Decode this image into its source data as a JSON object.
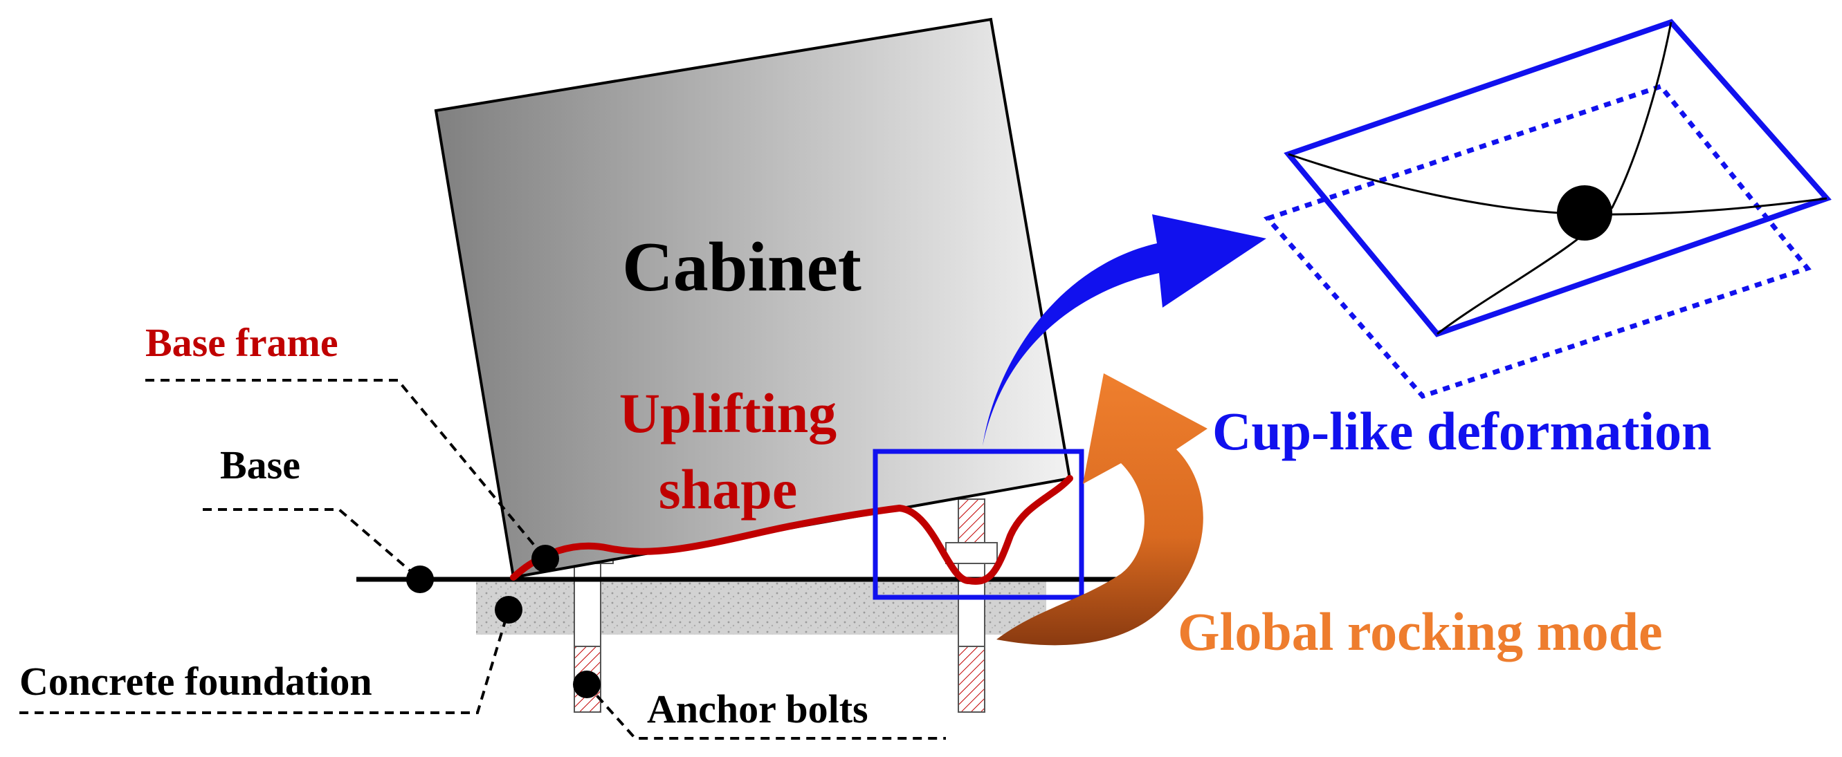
{
  "labels": {
    "cabinet": "Cabinet",
    "base_frame": "Base frame",
    "uplifting_line1": "Uplifting",
    "uplifting_line2": "shape",
    "base": "Base",
    "concrete_foundation": "Concrete foundation",
    "anchor_bolts": "Anchor bolts",
    "cup_like_deformation": "Cup-like deformation",
    "global_rocking_mode": "Global rocking mode"
  },
  "colors": {
    "red_label": "#c00000",
    "blue": "#1111ee",
    "orange": "#ee7d2e",
    "black": "#000000",
    "cabinet_dark": "#7f7f7f",
    "cabinet_light": "#f2f2f2",
    "concrete": "#d0d0d0"
  }
}
